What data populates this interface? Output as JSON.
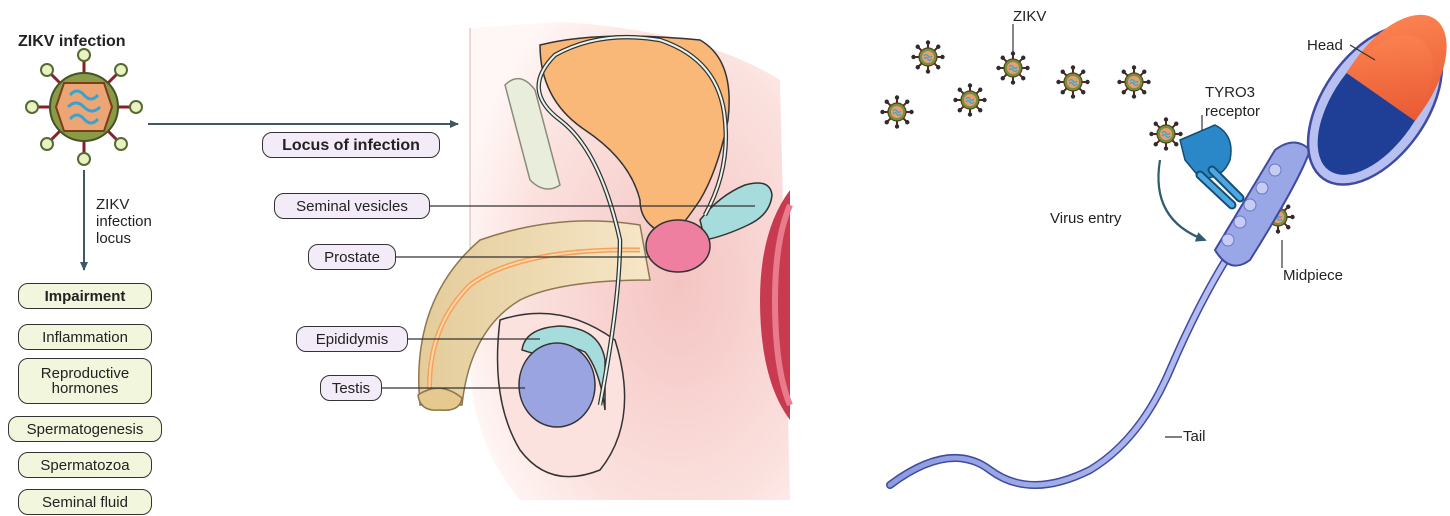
{
  "left": {
    "title": "ZIKV infection",
    "arrow_label": [
      "ZIKV",
      "infection",
      "locus"
    ],
    "impairment_header": "Impairment",
    "impairments": [
      "Inflammation",
      "Reproductive hormones",
      "Spermatogenesis",
      "Spermatozoa",
      "Seminal fluid"
    ]
  },
  "anatomy": {
    "locus_label": "Locus of infection",
    "labels": [
      "Seminal vesicles",
      "Prostate",
      "Epididymis",
      "Testis"
    ]
  },
  "sperm": {
    "zikv_label": "ZIKV",
    "receptor_label": [
      "TYRO3",
      "receptor"
    ],
    "entry_label": "Virus entry",
    "head_label": "Head",
    "midpiece_label": "Midpiece",
    "tail_label": "Tail"
  },
  "colors": {
    "accent_purple": "#f3ebf7",
    "accent_green": "#f1f6dc",
    "bladder": "#f9b778",
    "prostate": "#ef7fa0",
    "seminal_vesicle": "#a7dcdc",
    "testis": "#9aa4e0",
    "sperm_body": "#9aa7e6",
    "sperm_head_red": "#f26a3c",
    "sperm_head_blue": "#1f3f97",
    "receptor": "#2a88c8",
    "virus_shell": "#7d8d40",
    "virus_core": "#e6a070"
  }
}
